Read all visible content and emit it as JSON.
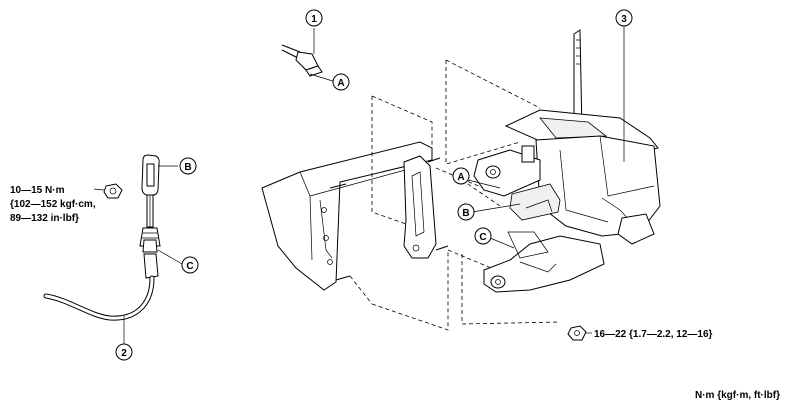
{
  "callouts": {
    "c1": "1",
    "c2": "2",
    "c3": "3",
    "cA_top": "A",
    "cB_left": "B",
    "cC_left": "C",
    "cA_right": "A",
    "cB_right": "B",
    "cC_right": "C"
  },
  "torque_left": {
    "line1": "10—15 N·m",
    "line2": "{102—152 kgf·cm,",
    "line3": "89—132 in·lbf}"
  },
  "torque_right": "16—22 {1.7—2.2, 12—16}",
  "units_note": "N·m {kgf·m,  ft·lbf}"
}
